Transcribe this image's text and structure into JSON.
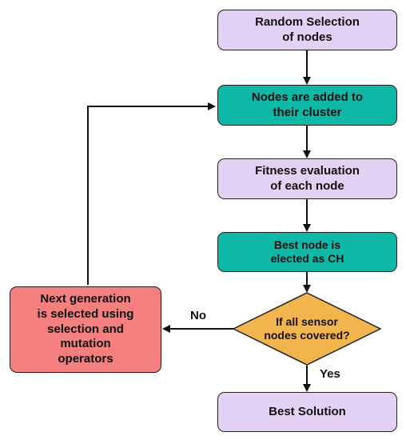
{
  "colors": {
    "process_box": "#e3d2f5",
    "highlight_box": "#0fb8a6",
    "loop_box": "#f47f7f",
    "decision": "#f2b54e",
    "line": "#111111"
  },
  "nodes": {
    "random_selection": "Random Selection\nof nodes",
    "nodes_added": "Nodes are added to\ntheir cluster",
    "fitness_evaluation": "Fitness evaluation\nof each node",
    "best_node": "Best node is\nelected as CH",
    "decision": "If all sensor\nnodes covered?",
    "next_generation": "Next generation\nis selected using\nselection and\nmutation\noperators",
    "best_solution": "Best Solution"
  },
  "edge_labels": {
    "no": "No",
    "yes": "Yes"
  }
}
